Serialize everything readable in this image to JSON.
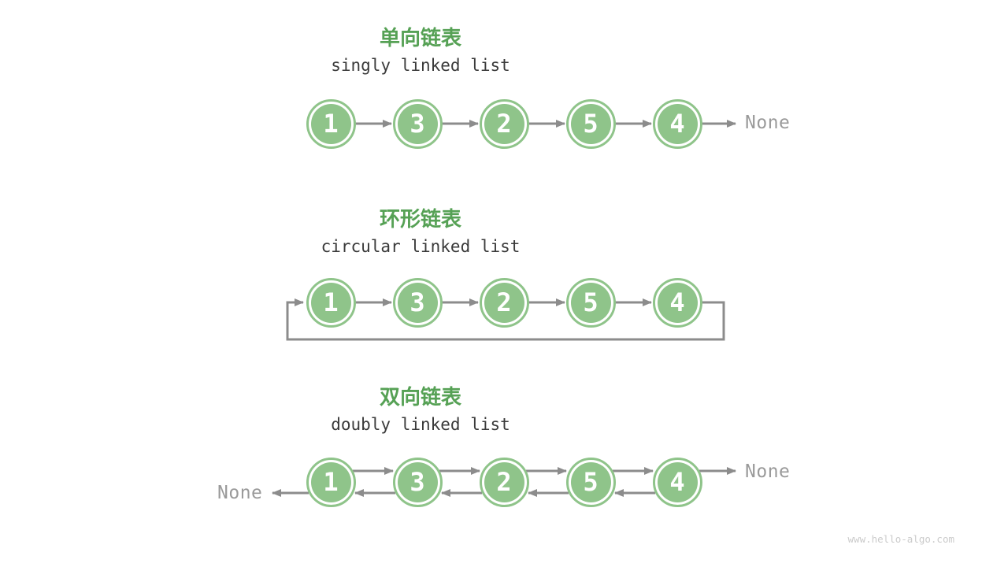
{
  "page": {
    "watermark": "www.hello-algo.com",
    "background_color": "#ffffff"
  },
  "colors": {
    "node_fill": "#8FC48A",
    "node_ring": "#8FC48A",
    "node_value_text": "#ffffff",
    "title_green": "#56A155",
    "subtitle_text": "#3A3A3A",
    "arrow_gray": "#8C8C8C",
    "none_text": "#9A9A9A",
    "watermark_text": "#CBCBCB"
  },
  "sections": [
    {
      "id": "singly",
      "title_zh": "单向链表",
      "title_en": "singly linked list",
      "link_type": "forward",
      "nodes": [
        "1",
        "3",
        "2",
        "5",
        "4"
      ],
      "tail_label": "None"
    },
    {
      "id": "circular",
      "title_zh": "环形链表",
      "title_en": "circular linked list",
      "link_type": "circular",
      "nodes": [
        "1",
        "3",
        "2",
        "5",
        "4"
      ]
    },
    {
      "id": "doubly",
      "title_zh": "双向链表",
      "title_en": "doubly linked list",
      "link_type": "bidirectional",
      "nodes": [
        "1",
        "3",
        "2",
        "5",
        "4"
      ],
      "head_label": "None",
      "tail_label": "None"
    }
  ]
}
